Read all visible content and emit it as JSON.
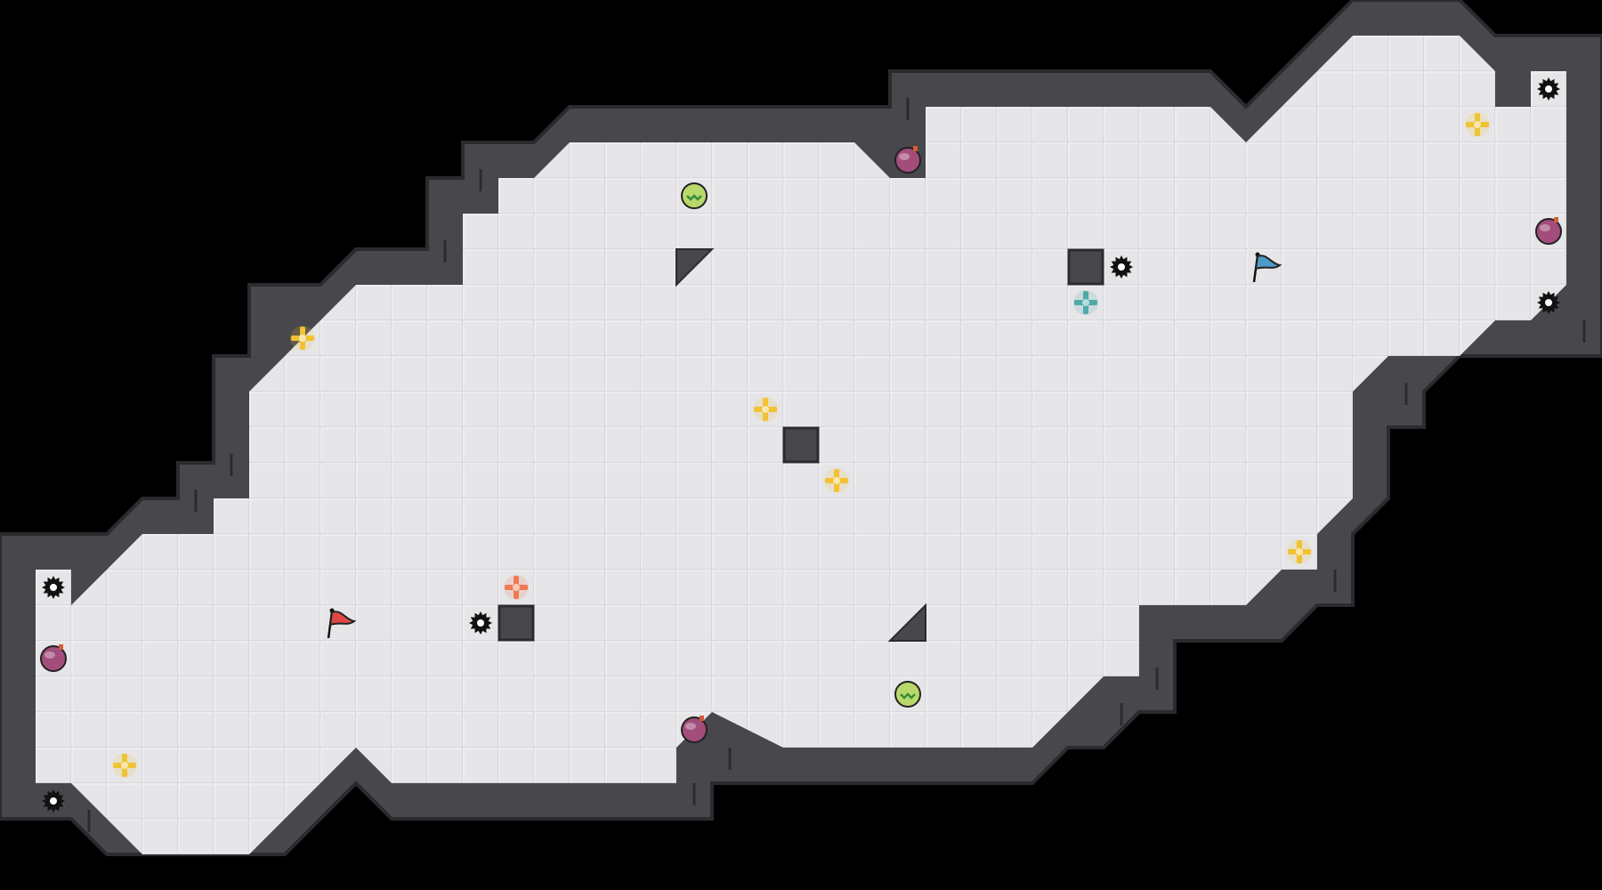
{
  "game": {
    "title": "",
    "colors": {
      "void": "#000000",
      "floor": "#e6e6e9",
      "grid_line": "#cfcfd4",
      "wall": "#47474c",
      "wall_edge": "#2b2b2f",
      "bevel": "#f2f2f4",
      "star_yellow": "#f1c232",
      "star_orange": "#ef7a52",
      "star_teal": "#4fa9a7",
      "flag_red": "#e04848",
      "flag_blue": "#4d9ac6",
      "orb_purple": "#a24d7c",
      "orb_green": "#b9d96a"
    },
    "pieces": [
      {
        "type": "flag",
        "team": "red",
        "icon": "red-flag-icon",
        "col": 9,
        "row": 17
      },
      {
        "type": "flag",
        "team": "blue",
        "icon": "blue-flag-icon",
        "col": 35,
        "row": 7
      },
      {
        "type": "boost",
        "color": "orange",
        "icon": "orange-boost-icon",
        "col": 14,
        "row": 16
      },
      {
        "type": "boost",
        "color": "teal",
        "icon": "teal-boost-icon",
        "col": 30,
        "row": 8
      },
      {
        "type": "powerup",
        "color": "yellow",
        "icon": "yellow-powerup-icon",
        "col": 8,
        "row": 9
      },
      {
        "type": "powerup",
        "color": "yellow",
        "icon": "yellow-powerup-icon",
        "col": 21,
        "row": 11
      },
      {
        "type": "powerup",
        "color": "yellow",
        "icon": "yellow-powerup-icon",
        "col": 23,
        "row": 13
      },
      {
        "type": "powerup",
        "color": "yellow",
        "icon": "yellow-powerup-icon",
        "col": 36,
        "row": 15
      },
      {
        "type": "powerup",
        "color": "yellow",
        "icon": "yellow-powerup-icon",
        "col": 3,
        "row": 21
      },
      {
        "type": "powerup",
        "color": "yellow",
        "icon": "yellow-powerup-icon",
        "col": 41,
        "row": 3
      },
      {
        "type": "bomb",
        "icon": "bomb-icon",
        "col": 25,
        "row": 4
      },
      {
        "type": "bomb",
        "icon": "bomb-icon",
        "col": 43,
        "row": 6
      },
      {
        "type": "bomb",
        "icon": "bomb-icon",
        "col": 1,
        "row": 18
      },
      {
        "type": "bomb",
        "icon": "bomb-icon",
        "col": 19,
        "row": 20
      },
      {
        "type": "speed-pad",
        "icon": "speed-pad-icon",
        "col": 19,
        "row": 5
      },
      {
        "type": "speed-pad",
        "icon": "speed-pad-icon",
        "col": 25,
        "row": 19
      },
      {
        "type": "spike",
        "icon": "spike-icon",
        "col": 43,
        "row": 2
      },
      {
        "type": "spike",
        "icon": "spike-icon",
        "col": 43,
        "row": 8
      },
      {
        "type": "spike",
        "icon": "spike-icon",
        "col": 31,
        "row": 7
      },
      {
        "type": "spike",
        "icon": "spike-icon",
        "col": 13,
        "row": 17
      },
      {
        "type": "spike",
        "icon": "spike-icon",
        "col": 1,
        "row": 16
      },
      {
        "type": "spike",
        "icon": "spike-icon",
        "col": 1,
        "row": 22
      }
    ],
    "blocks": [
      {
        "col": 30,
        "row": 7
      },
      {
        "col": 22,
        "row": 12
      },
      {
        "col": 14,
        "row": 17
      }
    ],
    "ramps": [
      {
        "col": 19,
        "row": 7,
        "facing": "top-left"
      },
      {
        "col": 25,
        "row": 17,
        "facing": "bottom-right"
      }
    ]
  }
}
